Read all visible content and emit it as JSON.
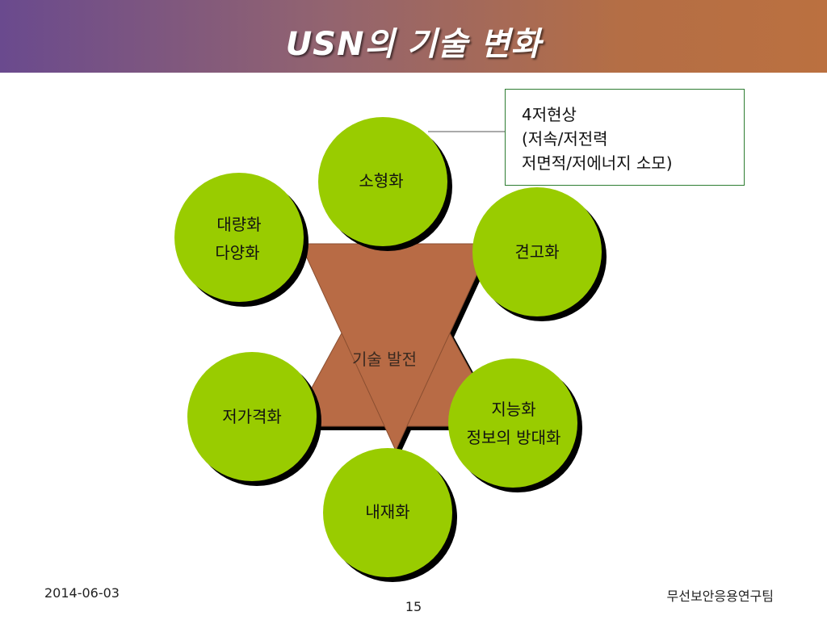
{
  "slide": {
    "title": "USN의 기술  변화",
    "center_label": "기술 발전",
    "callout": {
      "line1": "4저현상",
      "line2": "(저속/저전력",
      "line3": "저면적/저에너지 소모)"
    },
    "nodes": {
      "top": {
        "line1": "소형화"
      },
      "top_left": {
        "line1": "대량화",
        "line2": "다양화"
      },
      "top_right": {
        "line1": "견고화"
      },
      "bottom_left": {
        "line1": "저가격화"
      },
      "bottom_right": {
        "line1": "지능화",
        "line2": "정보의 방대화"
      },
      "bottom": {
        "line1": "내재화"
      }
    },
    "colors": {
      "circle_fill": "#99cc00",
      "hexagon_fill": "#b86b45",
      "shadow": "#000000"
    }
  },
  "footer": {
    "date": "2014-06-03",
    "page": "15",
    "org": "무선보안응용연구팀"
  }
}
